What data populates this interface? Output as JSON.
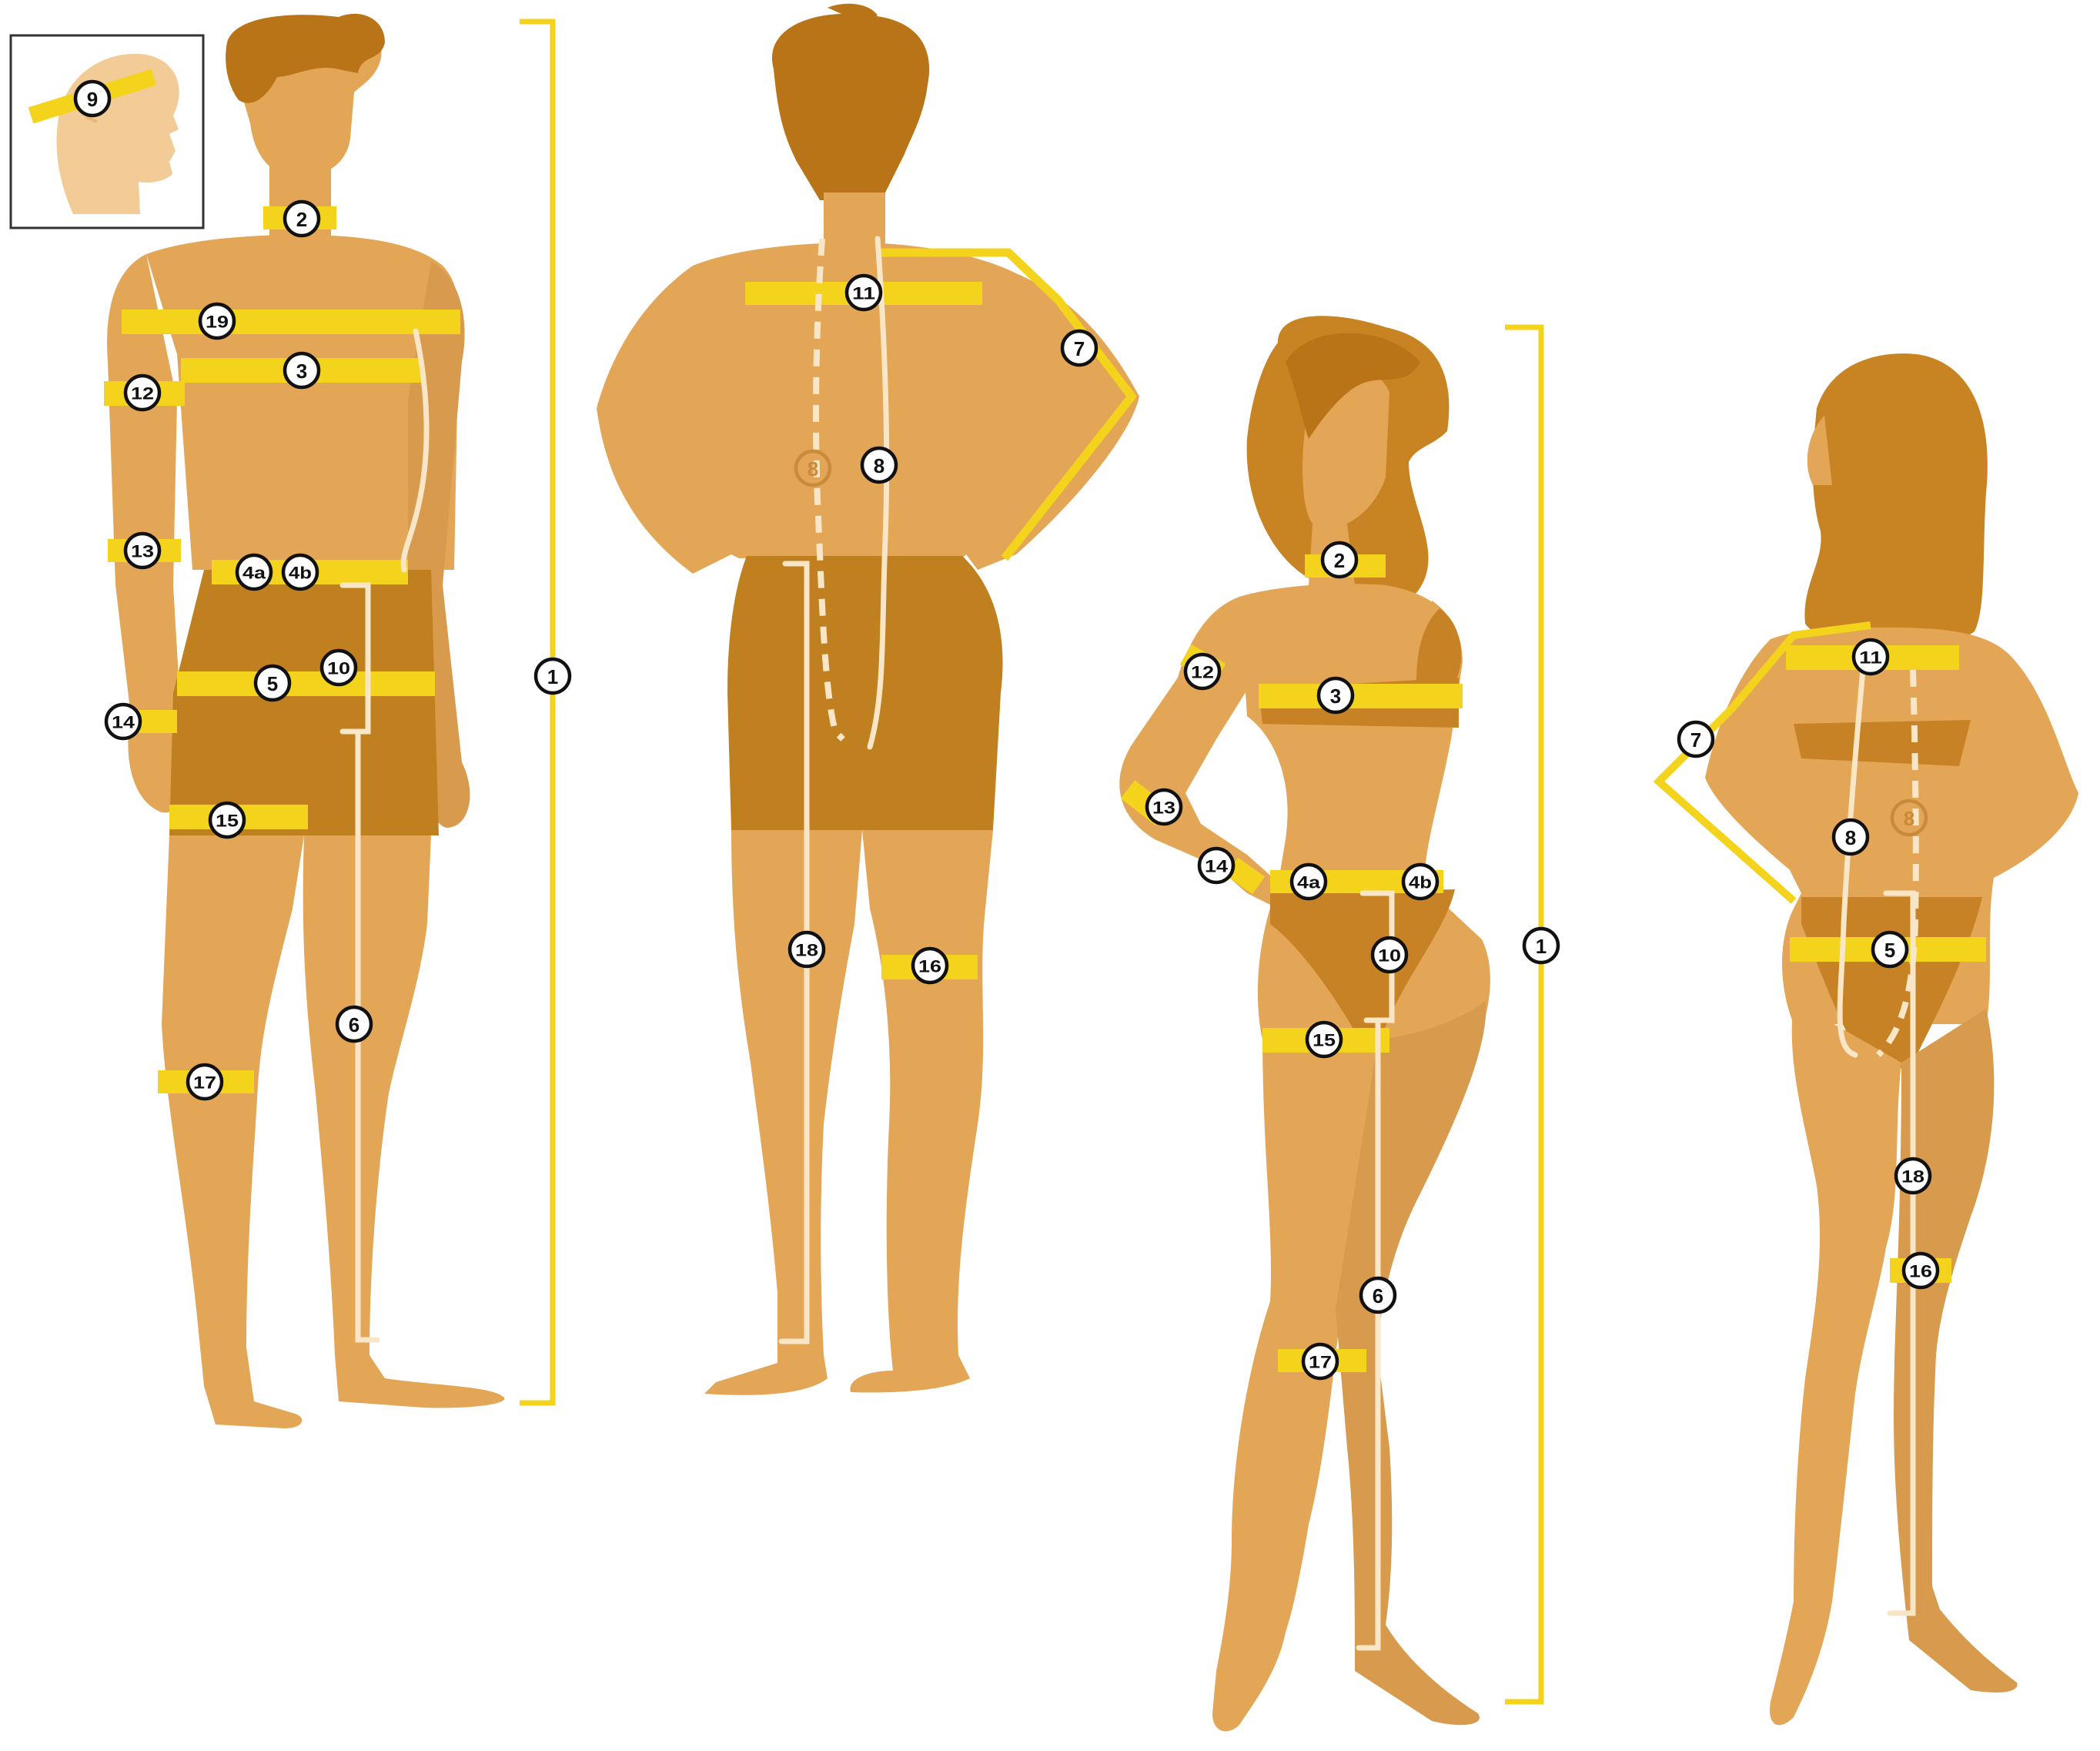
{
  "colors": {
    "skin": "#e3a657",
    "hair": "#b97418",
    "garment": "#c1801f",
    "measure_band": "#f4d31c",
    "guide_line": "#f9e6c7"
  },
  "inset": {
    "marker": "9",
    "icon": "head-profile-icon"
  },
  "figures": {
    "man_front": {
      "markers": [
        {
          "name": "marker-man-front-2",
          "label": "2"
        },
        {
          "name": "marker-man-front-19",
          "label": "19"
        },
        {
          "name": "marker-man-front-3",
          "label": "3"
        },
        {
          "name": "marker-man-front-12",
          "label": "12"
        },
        {
          "name": "marker-man-front-13",
          "label": "13"
        },
        {
          "name": "marker-man-front-4a",
          "label": "4a"
        },
        {
          "name": "marker-man-front-4b",
          "label": "4b"
        },
        {
          "name": "marker-man-front-10",
          "label": "10"
        },
        {
          "name": "marker-man-front-5",
          "label": "5"
        },
        {
          "name": "marker-man-front-14",
          "label": "14"
        },
        {
          "name": "marker-man-front-15",
          "label": "15"
        },
        {
          "name": "marker-man-front-6",
          "label": "6"
        },
        {
          "name": "marker-man-front-17",
          "label": "17"
        },
        {
          "name": "marker-man-height-1",
          "label": "1"
        }
      ]
    },
    "man_back": {
      "markers": [
        {
          "name": "marker-man-back-11",
          "label": "11"
        },
        {
          "name": "marker-man-back-7",
          "label": "7"
        },
        {
          "name": "marker-man-back-8",
          "label": "8"
        },
        {
          "name": "marker-man-back-18",
          "label": "18"
        },
        {
          "name": "marker-man-back-16",
          "label": "16"
        }
      ],
      "ghost_markers": [
        {
          "name": "marker-man-back-8-faded",
          "label": "8"
        }
      ]
    },
    "woman_front": {
      "markers": [
        {
          "name": "marker-woman-front-2",
          "label": "2"
        },
        {
          "name": "marker-woman-front-12",
          "label": "12"
        },
        {
          "name": "marker-woman-front-3",
          "label": "3"
        },
        {
          "name": "marker-woman-front-13",
          "label": "13"
        },
        {
          "name": "marker-woman-front-14",
          "label": "14"
        },
        {
          "name": "marker-woman-front-4a",
          "label": "4a"
        },
        {
          "name": "marker-woman-front-4b",
          "label": "4b"
        },
        {
          "name": "marker-woman-front-10",
          "label": "10"
        },
        {
          "name": "marker-woman-front-15",
          "label": "15"
        },
        {
          "name": "marker-woman-front-6",
          "label": "6"
        },
        {
          "name": "marker-woman-front-17",
          "label": "17"
        },
        {
          "name": "marker-woman-height-1",
          "label": "1"
        }
      ]
    },
    "woman_back": {
      "markers": [
        {
          "name": "marker-woman-back-11",
          "label": "11"
        },
        {
          "name": "marker-woman-back-7",
          "label": "7"
        },
        {
          "name": "marker-woman-back-8",
          "label": "8"
        },
        {
          "name": "marker-woman-back-5",
          "label": "5"
        },
        {
          "name": "marker-woman-back-18",
          "label": "18"
        },
        {
          "name": "marker-woman-back-16",
          "label": "16"
        }
      ],
      "ghost_markers": [
        {
          "name": "marker-woman-back-8-faded",
          "label": "8"
        }
      ]
    }
  }
}
